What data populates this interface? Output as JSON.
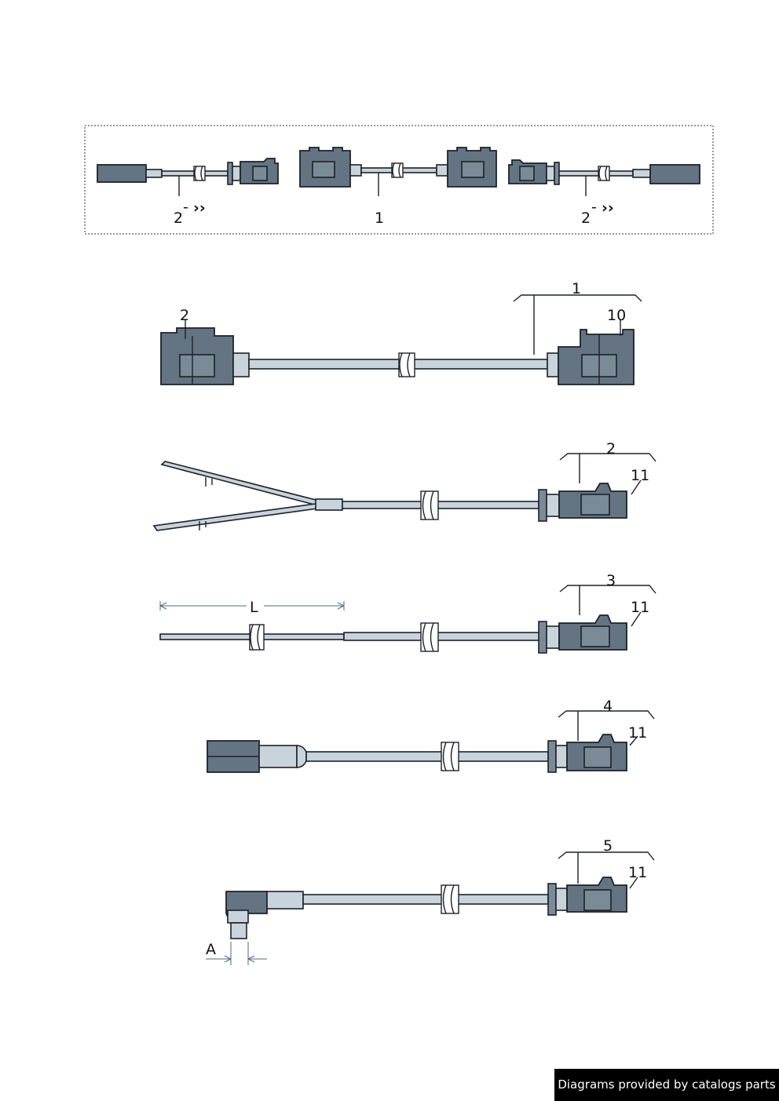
{
  "labels": {
    "overview_left": "2",
    "overview_center": "1",
    "overview_right": "2",
    "item1": "1",
    "item1_left_connector": "2",
    "item1_right_connector": "10",
    "item2": "2",
    "item2_connector": "11",
    "item3": "3",
    "item3_connector": "11",
    "item3_length": "L",
    "item4": "4",
    "item4_connector": "11",
    "item5": "5",
    "item5_connector": "11",
    "item5_dimension": "A"
  },
  "footer": {
    "credit": "Diagrams provided by catalogs parts"
  },
  "colors": {
    "connector": "#647482",
    "cable": "#c9d3db",
    "outline": "#1c2229",
    "dimension": "#4a6b86"
  }
}
